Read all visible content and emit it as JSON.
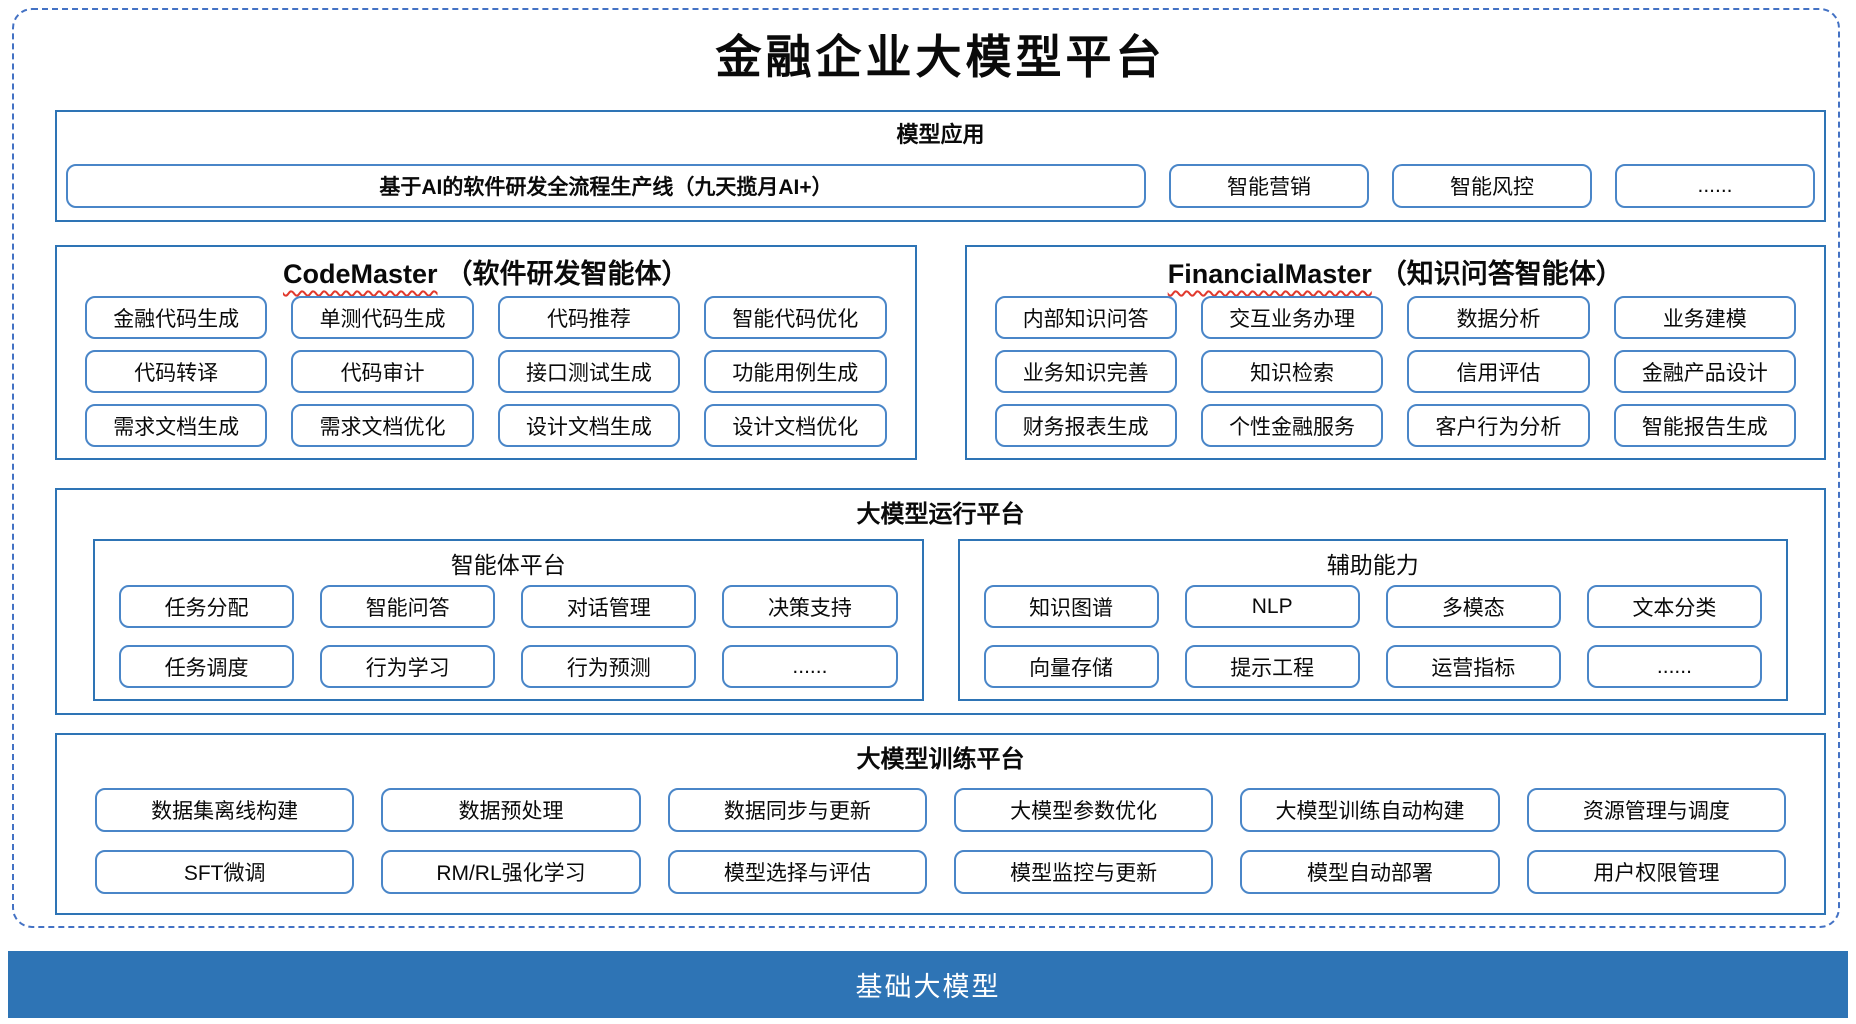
{
  "title": "金融企业大模型平台",
  "sections": {
    "model_app": {
      "title": "模型应用",
      "wide_cell": "基于AI的软件研发全流程生产线（九天揽月AI+）",
      "cells": [
        "智能营销",
        "智能风控",
        "......"
      ]
    },
    "code_master": {
      "title_en": "CodeMaster",
      "title_cn": "（软件研发智能体）",
      "rows": [
        [
          "金融代码生成",
          "单测代码生成",
          "代码推荐",
          "智能代码优化"
        ],
        [
          "代码转译",
          "代码审计",
          "接口测试生成",
          "功能用例生成"
        ],
        [
          "需求文档生成",
          "需求文档优化",
          "设计文档生成",
          "设计文档优化"
        ]
      ]
    },
    "financial_master": {
      "title_en": "FinancialMaster",
      "title_cn": "（知识问答智能体）",
      "rows": [
        [
          "内部知识问答",
          "交互业务办理",
          "数据分析",
          "业务建模"
        ],
        [
          "业务知识完善",
          "知识检索",
          "信用评估",
          "金融产品设计"
        ],
        [
          "财务报表生成",
          "个性金融服务",
          "客户行为分析",
          "智能报告生成"
        ]
      ]
    },
    "runtime": {
      "title": "大模型运行平台",
      "agent_platform": {
        "title": "智能体平台",
        "rows": [
          [
            "任务分配",
            "智能问答",
            "对话管理",
            "决策支持"
          ],
          [
            "任务调度",
            "行为学习",
            "行为预测",
            "......"
          ]
        ]
      },
      "aux": {
        "title": "辅助能力",
        "rows": [
          [
            "知识图谱",
            "NLP",
            "多模态",
            "文本分类"
          ],
          [
            "向量存储",
            "提示工程",
            "运营指标",
            "......"
          ]
        ]
      }
    },
    "training": {
      "title": "大模型训练平台",
      "rows": [
        [
          "数据集离线构建",
          "数据预处理",
          "数据同步与更新",
          "大模型参数优化",
          "大模型训练自动构建",
          "资源管理与调度"
        ],
        [
          "SFT微调",
          "RM/RL强化学习",
          "模型选择与评估",
          "模型监控与更新",
          "模型自动部署",
          "用户权限管理"
        ]
      ]
    },
    "base": {
      "title": "基础大模型"
    }
  },
  "colors": {
    "section_border": "#2e74b5",
    "cell_border": "#4a86c8",
    "dashed_frame": "#4472c4",
    "base_bar_bg": "#2e74b5",
    "base_bar_text": "#ffffff",
    "squiggle_underline": "#e1392d"
  }
}
